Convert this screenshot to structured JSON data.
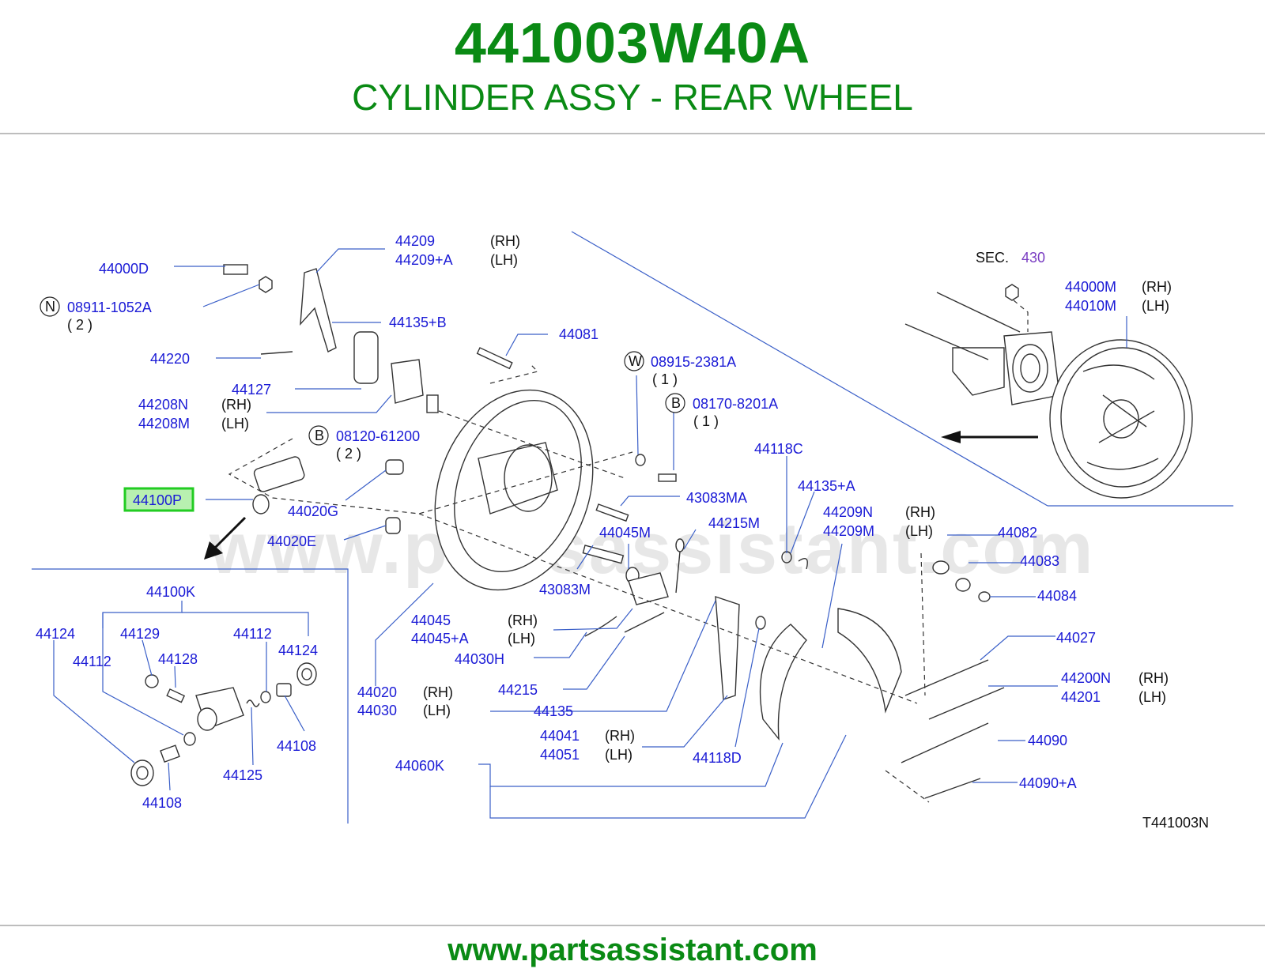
{
  "header": {
    "part_number": "441003W40A",
    "title": "CYLINDER ASSY - REAR WHEEL"
  },
  "diagram": {
    "code": "T441003N",
    "watermark": "www.partsassistant.com",
    "highlighted_part": "44100P",
    "labels": {
      "p44209": "44209",
      "p44209A": "44209+A",
      "rh": "(RH)",
      "lh": "(LH)",
      "p44000D": "44000D",
      "n": "N",
      "p08911": "08911-1052A",
      "q2": "( 2 )",
      "q1": "( 1 )",
      "p44135B": "44135+B",
      "p44081": "44081",
      "p44220": "44220",
      "w": "W",
      "p08915": "08915-2381A",
      "p44127": "44127",
      "p44208N": "44208N",
      "p44208M": "44208M",
      "b": "B",
      "p08170": "08170-8201A",
      "p08120": "08120-61200",
      "p44100P": "44100P",
      "p44020G": "44020G",
      "p44020E": "44020E",
      "p44118C": "44118C",
      "p44135A": "44135+A",
      "p43083MA": "43083MA",
      "p44209N": "44209N",
      "p44209M": "44209M",
      "p44215M": "44215M",
      "p44045M": "44045M",
      "p44082": "44082",
      "p44083": "44083",
      "p44084": "44084",
      "p43083M": "43083M",
      "p44100K": "44100K",
      "p44124": "44124",
      "p44129": "44129",
      "p44112": "44112",
      "p44128": "44128",
      "p44125": "44125",
      "p44108": "44108",
      "p44045": "44045",
      "p44045A": "44045+A",
      "p44030H": "44030H",
      "p44027": "44027",
      "p44020": "44020",
      "p44030": "44030",
      "p44215": "44215",
      "p44135": "44135",
      "p44200N": "44200N",
      "p44201": "44201",
      "p44041": "44041",
      "p44051": "44051",
      "p44118D": "44118D",
      "p44060K": "44060K",
      "p44090": "44090",
      "p44090A": "44090+A",
      "sec": "SEC.",
      "sec_no": "430",
      "p44000M": "44000M",
      "p44010M": "44010M"
    }
  },
  "footer": {
    "url": "www.partsassistant.com"
  },
  "colors": {
    "brand": "#0a8a14",
    "label": "#1a1ad6",
    "highlight": "#22cc22",
    "leader": "#3a5fc8"
  }
}
